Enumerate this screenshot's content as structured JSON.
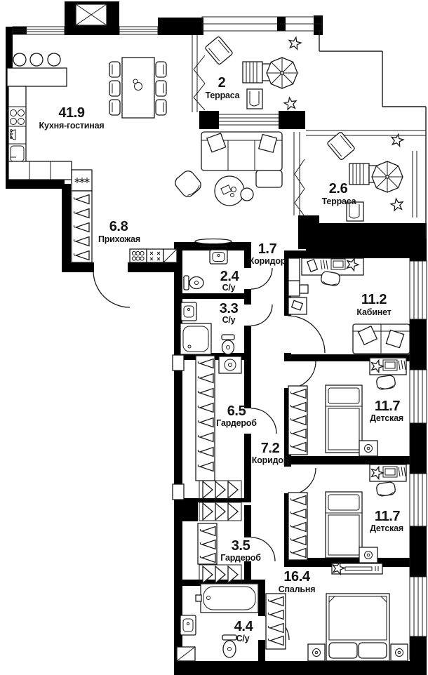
{
  "plan": {
    "colors": {
      "wall": "#000000",
      "line": "#1a1a1a",
      "background": "#ffffff"
    },
    "rooms": [
      {
        "id": "kitchen-living",
        "area": "41.9",
        "name": "Кухня-гостиная"
      },
      {
        "id": "terrace-small",
        "area": "2",
        "name": "Терраса"
      },
      {
        "id": "hallway",
        "area": "6.8",
        "name": "Прихожая"
      },
      {
        "id": "terrace-large",
        "area": "2.6",
        "name": "Терраса"
      },
      {
        "id": "corridor-upper",
        "area": "1.7",
        "name": "Коридор"
      },
      {
        "id": "bathroom-guest",
        "area": "2.4",
        "name": "С/у"
      },
      {
        "id": "bathroom-shower",
        "area": "3.3",
        "name": "С/у"
      },
      {
        "id": "office",
        "area": "11.2",
        "name": "Кабинет"
      },
      {
        "id": "wardrobe-large",
        "area": "6.5",
        "name": "Гардероб"
      },
      {
        "id": "corridor-lower",
        "area": "7.2",
        "name": "Коридор"
      },
      {
        "id": "kids-room-1",
        "area": "11.7",
        "name": "Детская"
      },
      {
        "id": "kids-room-2",
        "area": "11.7",
        "name": "Детская"
      },
      {
        "id": "wardrobe-small",
        "area": "3.5",
        "name": "Гардероб"
      },
      {
        "id": "bedroom",
        "area": "16.4",
        "name": "Спальня"
      },
      {
        "id": "bathroom-master",
        "area": "4.4",
        "name": "С/у"
      }
    ]
  }
}
